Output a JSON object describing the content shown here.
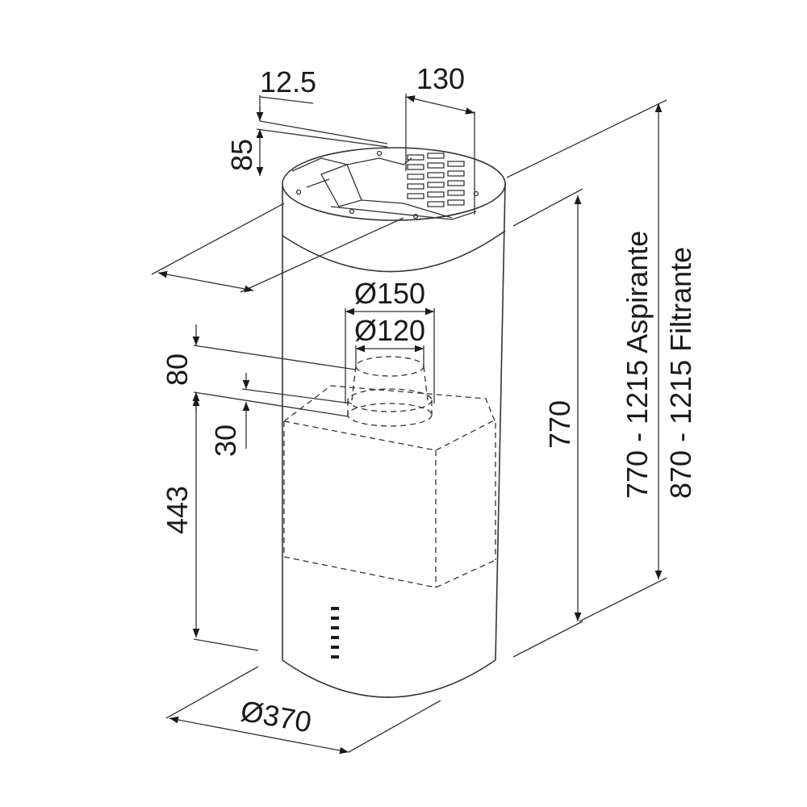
{
  "dimensions": {
    "bracket_offset": "12.5",
    "slot_width": "130",
    "ring_height": "85",
    "outlet_diameter_outer": "Ø150",
    "outlet_diameter_inner": "Ø120",
    "outlet_height": "80",
    "outlet_offset": "30",
    "lower_height": "443",
    "body_height": "770",
    "total_aspirante": "770 - 1215 Aspirante",
    "total_filtrante": "870 - 1215 Filtrante",
    "body_diameter": "Ø370"
  },
  "colors": {
    "line": "#333333",
    "text": "#1a1a1a",
    "background": "#ffffff"
  }
}
